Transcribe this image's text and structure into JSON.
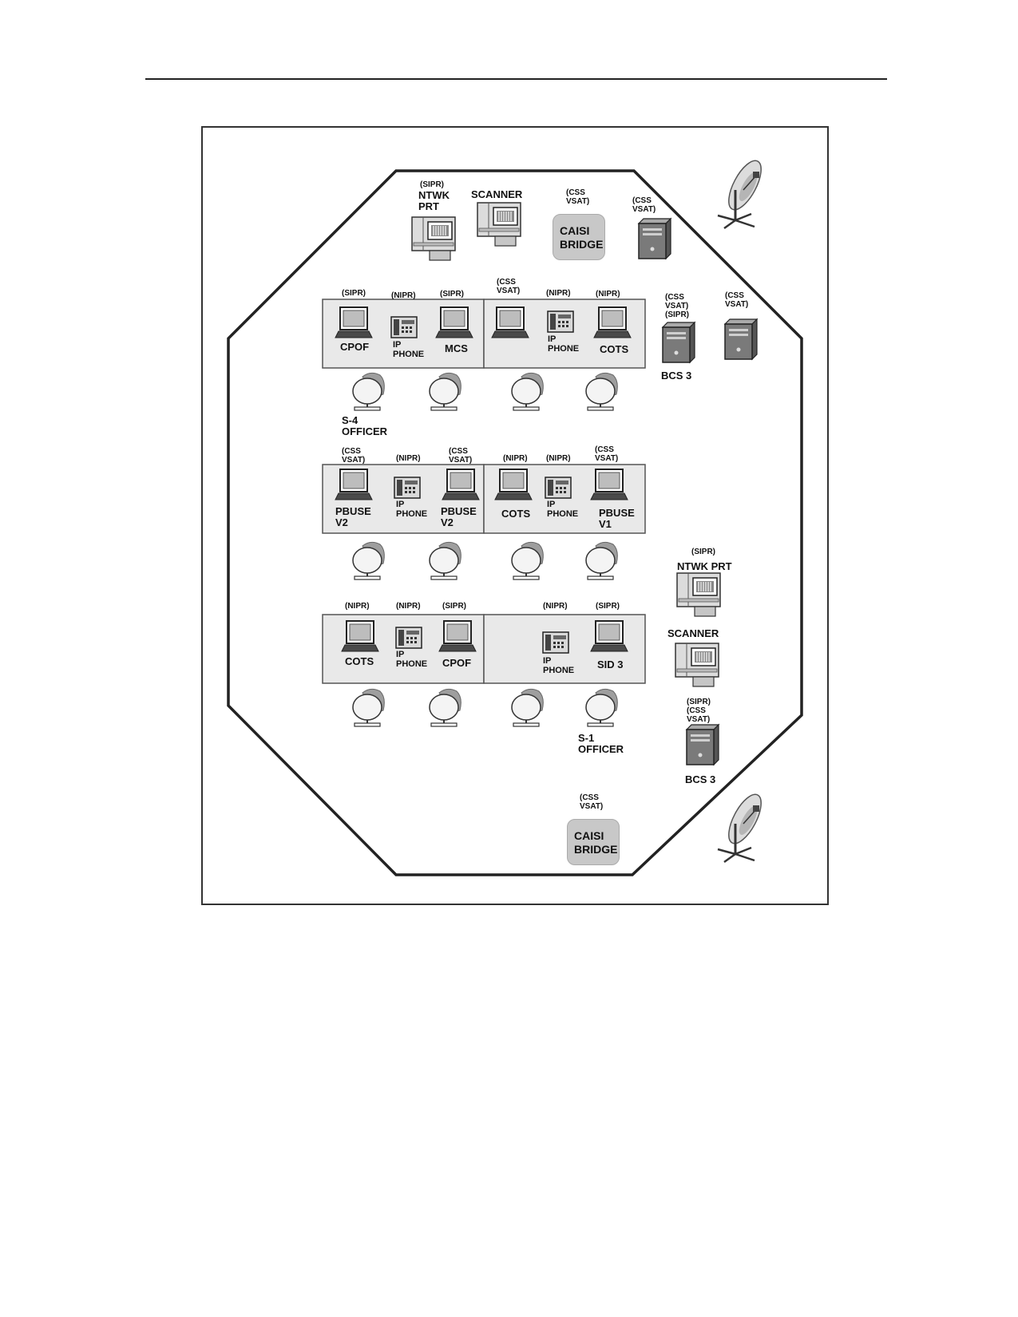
{
  "top": {
    "ntwk_prt_net": "(SIPR)",
    "ntwk_prt": "NTWK\nPRT",
    "scanner": "SCANNER",
    "bridge_net": "(CSS\nVSAT)",
    "bridge": "CAISI\nBRIDGE",
    "server_net": "(CSS\nVSAT)"
  },
  "row1": {
    "labels": [
      "(SIPR)",
      "(NIPR)",
      "(SIPR)",
      "(CSS\nVSAT)",
      "(NIPR)",
      "(NIPR)"
    ],
    "devices": [
      "CPOF",
      "IP\nPHONE",
      "MCS",
      "IP\nPHONE",
      "COTS"
    ]
  },
  "bcs_top": {
    "net1": "(CSS\nVSAT)\n(SIPR)",
    "net2": "(CSS\nVSAT)",
    "label": "BCS 3"
  },
  "s4": "S-4\nOFFICER",
  "row2": {
    "labels": [
      "(CSS\nVSAT)",
      "(NIPR)",
      "(CSS\nVSAT)",
      "(NIPR)",
      "(NIPR)",
      "(CSS\nVSAT)"
    ],
    "devices": [
      "PBUSE\nV2",
      "IP\nPHONE",
      "PBUSE\nV2",
      "COTS",
      "IP\nPHONE",
      "PBUSE\nV1"
    ]
  },
  "right_mid": {
    "ntwk_prt_net": "(SIPR)",
    "ntwk_prt": "NTWK PRT",
    "scanner": "SCANNER",
    "bcs_net": "(SIPR)\n(CSS\nVSAT)",
    "bcs": "BCS 3"
  },
  "row3": {
    "labels": [
      "(NIPR)",
      "(NIPR)",
      "(SIPR)",
      "(NIPR)",
      "(SIPR)"
    ],
    "devices": [
      "COTS",
      "IP\nPHONE",
      "CPOF",
      "IP\nPHONE",
      "SID 3"
    ]
  },
  "s1": "S-1\nOFFICER",
  "bottom": {
    "bridge_net": "(CSS\nVSAT)",
    "bridge": "CAISI\nBRIDGE"
  }
}
